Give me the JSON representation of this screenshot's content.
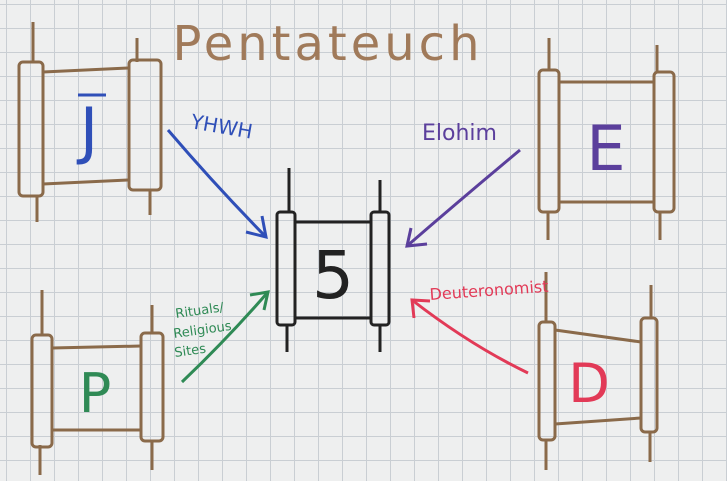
{
  "title": "Pentateuch",
  "center": {
    "label": "5"
  },
  "sources": [
    {
      "id": "j",
      "letter": "J",
      "annotation": "YHWH",
      "color": "#2f4fb8"
    },
    {
      "id": "e",
      "letter": "E",
      "annotation": "Elohim",
      "color": "#5b3f9c"
    },
    {
      "id": "p",
      "letter": "P",
      "annotation_lines": [
        "Rituals/",
        "Religious",
        "Sites"
      ],
      "color": "#2f8a55"
    },
    {
      "id": "d",
      "letter": "D",
      "annotation": "Deuteronomist",
      "color": "#e23a57"
    }
  ],
  "colors": {
    "scroll_wood": "#8a6a4a",
    "scroll_dark": "#222222",
    "title": "#a07a5a"
  }
}
